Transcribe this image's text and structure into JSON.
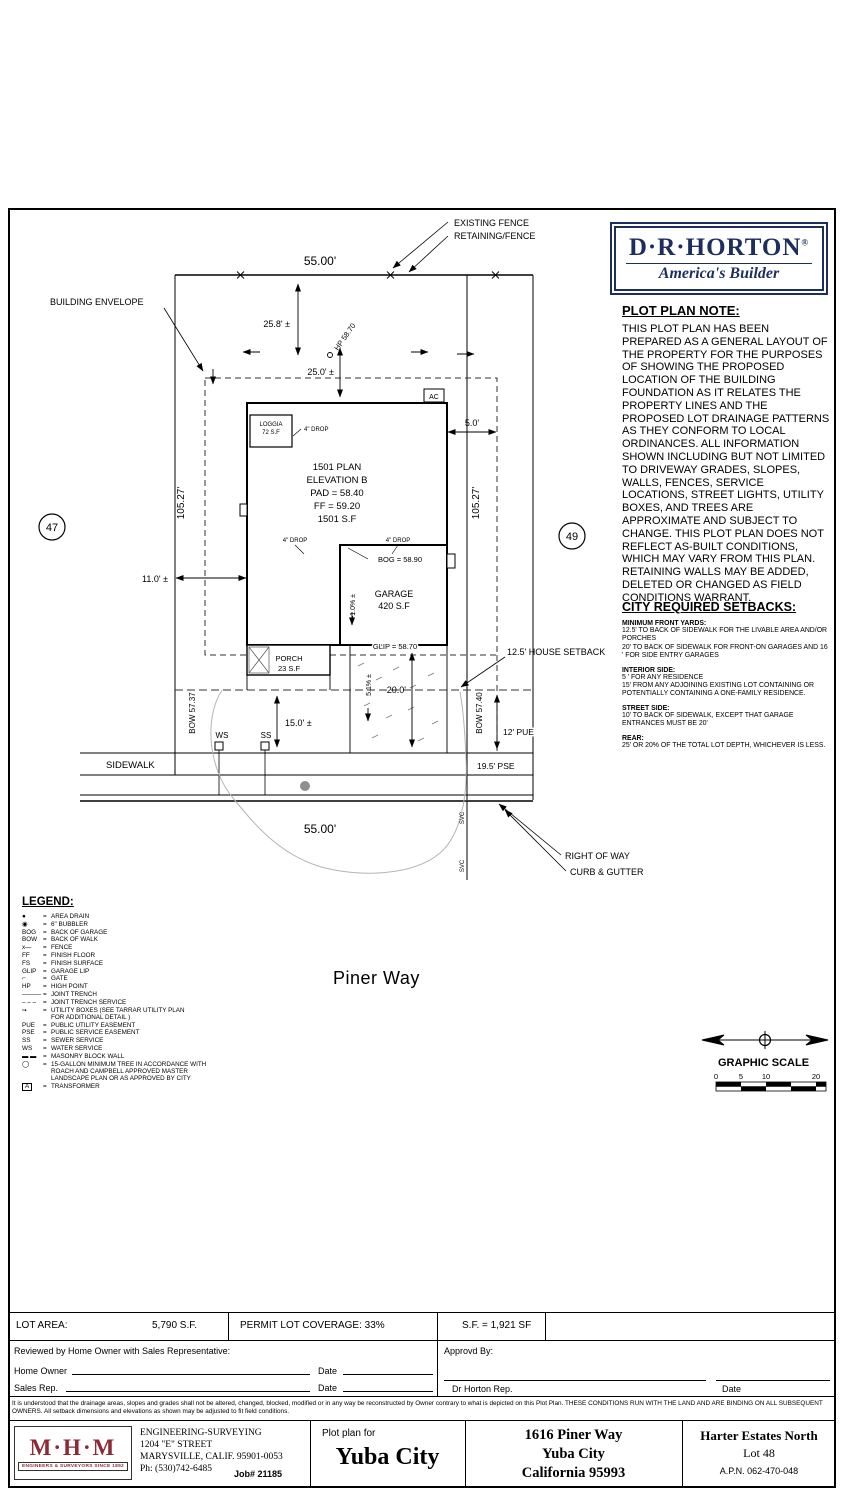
{
  "brand": {
    "name": "D·R·HORTON",
    "reg": "®",
    "tagline": "America's Builder"
  },
  "plot_plan_note": {
    "title": "PLOT PLAN NOTE:",
    "body": "THIS PLOT PLAN HAS BEEN PREPARED AS A GENERAL LAYOUT OF THE PROPERTY FOR THE PURPOSES OF SHOWING THE PROPOSED LOCATION OF THE BUILDING FOUNDATION AS IT RELATES THE PROPERTY LINES AND THE PROPOSED LOT DRAINAGE PATTERNS AS THEY CONFORM TO LOCAL ORDINANCES. ALL INFORMATION SHOWN INCLUDING BUT NOT LIMITED TO DRIVEWAY GRADES, SLOPES, WALLS, FENCES, SERVICE LOCATIONS, STREET LIGHTS, UTILITY BOXES, AND TREES ARE APPROXIMATE AND SUBJECT TO CHANGE. THIS PLOT PLAN DOES NOT REFLECT AS-BUILT CONDITIONS, WHICH MAY VARY FROM THIS PLAN. RETAINING WALLS MAY BE ADDED, DELETED OR CHANGED AS FIELD CONDITIONS WARRANT."
  },
  "setbacks": {
    "title": "CITY REQUIRED SETBACKS:",
    "front_heading": "MINIMUM FRONT YARDS:",
    "front_body": "12.5' TO BACK OF SIDEWALK FOR THE LIVABLE AREA AND/OR PORCHES\n20' TO BACK OF SIDEWALK FOR FRONT-ON GARAGES AND 16 ' FOR SIDE ENTRY GARAGES",
    "interior_heading": "INTERIOR SIDE:",
    "interior_body": "5 ' FOR ANY RESIDENCE\n15' FROM ANY ADJOINING EXISTING LOT CONTAINING OR POTENTIALLY CONTAINING A ONE-FAMILY RESIDENCE.",
    "street_heading": "STREET SIDE:",
    "street_body": "10' TO BACK OF SIDEWALK, EXCEPT THAT GARAGE ENTRANCES MUST BE 20'",
    "rear_heading": "REAR:",
    "rear_body": "25' OR 20% OF THE TOTAL LOT DEPTH, WHICHEVER IS LESS."
  },
  "drawing": {
    "existing_fence": "EXISTING FENCE",
    "retaining_fence": "RETAINING/FENCE",
    "dim_top": "55.00'",
    "dim_bottom": "55.00'",
    "dim_left": "105.27'",
    "dim_right": "105.27'",
    "building_envelope": "BUILDING ENVELOPE",
    "lot_left": "47",
    "lot_right": "49",
    "dim_25_8": "25.8' ±",
    "hp": "HP 58.70",
    "dim_25_0": "25.0' ±",
    "dim_5_0": "5.0'",
    "ac": "AC",
    "loggia_line1": "LOGGIA",
    "loggia_line2": "72 S.F",
    "drop_1": "4\" DROP",
    "drop_2": "4\" DROP",
    "drop_3": "4\" DROP",
    "plan_line1": "1501 PLAN",
    "plan_line2": "ELEVATION B",
    "plan_line3": "PAD = 58.40",
    "plan_line4": "FF = 59.20",
    "plan_line5": "1501 S.F",
    "dim_11_0": "11.0' ±",
    "bog": "BOG = 58.90",
    "garage_line1": "GARAGE",
    "garage_line2": "420 S.F",
    "slope_1": "-1.0% ±",
    "glip": "GLIP = 58.70",
    "porch_line1": "PORCH",
    "porch_line2": "23 S.F",
    "house_setback": "12.5' HOUSE SETBACK",
    "slope_2": "5.1% ±",
    "dim_20_0": "20.0'",
    "dim_15_0": "15.0' ±",
    "bow_left": "BOW 57.37",
    "bow_right": "BOW 57.40",
    "ws": "WS",
    "ss": "SS",
    "pue": "12' PUE",
    "pse": "19.5' PSE",
    "sidewalk": "SIDEWALK",
    "right_of_way": "RIGHT OF WAY",
    "curb_gutter": "CURB & GUTTER",
    "svc_1": "SVC",
    "svc_2": "SVC"
  },
  "legend": {
    "title": "LEGEND:",
    "sep": "=",
    "items": [
      {
        "symbol": "●",
        "label": "AREA DRAIN"
      },
      {
        "symbol": "◉",
        "label": "6\" BUBBLER"
      },
      {
        "symbol": "BOG",
        "label": "BACK OF GARAGE"
      },
      {
        "symbol": "BOW",
        "label": "BACK OF WALK"
      },
      {
        "symbol": "x—",
        "label": "FENCE"
      },
      {
        "symbol": "FF",
        "label": "FINISH FLOOR"
      },
      {
        "symbol": "FS",
        "label": "FINISH SURFACE"
      },
      {
        "symbol": "GLIP",
        "label": "GARAGE LIP"
      },
      {
        "symbol": "⌐",
        "label": "GATE"
      },
      {
        "symbol": "HP",
        "label": "HIGH POINT"
      },
      {
        "symbol": "———",
        "label": "JOINT TRENCH"
      },
      {
        "symbol": "– – –",
        "label": "JOINT TRENCH SERVICE"
      },
      {
        "symbol": "▫▪",
        "label": "UTILITY BOXES (SEE TARRAR UTILITY PLAN\nFOR ADDITIONAL DETAIL )"
      },
      {
        "symbol": "PUE",
        "label": "PUBLIC UTILITY EASEMENT"
      },
      {
        "symbol": "PSE",
        "label": "PUBLIC SERVICE EASEMENT"
      },
      {
        "symbol": "SS",
        "label": "SEWER SERVICE"
      },
      {
        "symbol": "WS",
        "label": "WATER SERVICE"
      },
      {
        "symbol": "▬ ▬",
        "label": "MASONRY BLOCK WALL"
      },
      {
        "symbol": "◯",
        "label": "15-GALLON MINIMUM TREE IN ACCORDANCE WITH\nROACH AND CAMPBELL APPROVED MASTER\nLANDSCAPE PLAN OR AS APPROVED BY CITY"
      },
      {
        "symbol": "A",
        "label": "TRANSFORMER"
      }
    ]
  },
  "street_name": "Piner Way",
  "graphic_scale": {
    "label": "GRAPHIC SCALE",
    "ticks": [
      "0",
      "5",
      "10",
      "20"
    ]
  },
  "summary_row": {
    "lot_area_label": "LOT AREA:",
    "lot_area_value": "5,790 S.F.",
    "coverage": "PERMIT LOT COVERAGE: 33%",
    "sf": "S.F. = 1,921 SF"
  },
  "signatures": {
    "reviewed": "Reviewed by Home Owner with Sales Representative:",
    "home_owner": "Home Owner",
    "sales_rep": "Sales Rep.",
    "date": "Date",
    "approved_by": "Approvd By:",
    "dr_horton_rep": "Dr Horton Rep."
  },
  "disclaimer": "It is understood that the drainage areas, slopes and grades shall not be altered, changed, blocked, modified or in any way be reconstructed by Owner contrary to what is depicted on this Plot Plan.  THESE CONDITIONS RUN WITH THE LAND AND ARE BINDING ON ALL SUBSEQUENT OWNERS.  All setback dimensions and elevations as shown may be adjusted to fit field conditions.",
  "title_block": {
    "mhm": "M·H·M",
    "mhm_banner": "ENGINEERS & SURVEYORS SINCE 1892",
    "firm_line1": "ENGINEERING-SURVEYING",
    "firm_line2": "1204 \"E\" STREET",
    "firm_line3": "MARYSVILLE, CALIF. 95901-0053",
    "firm_line4": "Ph: (530)742-6485",
    "job": "Job# 21185",
    "plot_plan_for": "Plot plan for",
    "city": "Yuba City",
    "address_line1": "1616 Piner Way",
    "address_line2": "Yuba City",
    "address_line3": "California 95993",
    "tract": "Harter Estates North",
    "lot": "Lot 48",
    "apn": "A.P.N. 062-470-048"
  }
}
